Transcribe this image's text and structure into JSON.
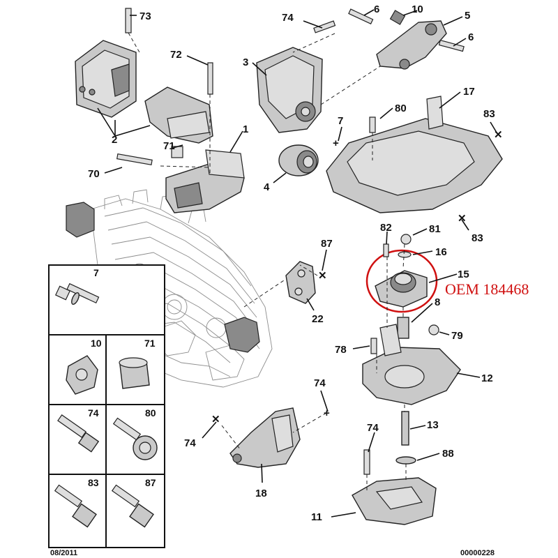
{
  "diagram": {
    "callouts": {
      "c73": "73",
      "c74a": "74",
      "c6a": "6",
      "c10": "10",
      "c5": "5",
      "c72": "72",
      "c3": "3",
      "c6b": "6",
      "c2": "2",
      "c17": "17",
      "c1": "1",
      "c80": "80",
      "c83a": "83",
      "c71": "71",
      "c7": "7",
      "c70": "70",
      "c4": "4",
      "c82": "82",
      "c81": "81",
      "c83b": "83",
      "c87": "87",
      "c16": "16",
      "c15": "15",
      "c8": "8",
      "c22": "22",
      "c79": "79",
      "c78": "78",
      "c12": "12",
      "c74b": "74",
      "c74c": "74",
      "c13": "13",
      "c74d": "74",
      "c88": "88",
      "c18": "18",
      "c11": "11"
    },
    "legend": {
      "cells": [
        "7",
        "10",
        "71",
        "74",
        "80",
        "83",
        "87"
      ]
    },
    "oem_label": "OEM  184468",
    "footer": {
      "date": "08/2011",
      "code": "00000228"
    },
    "highlight_color": "#d01010"
  }
}
